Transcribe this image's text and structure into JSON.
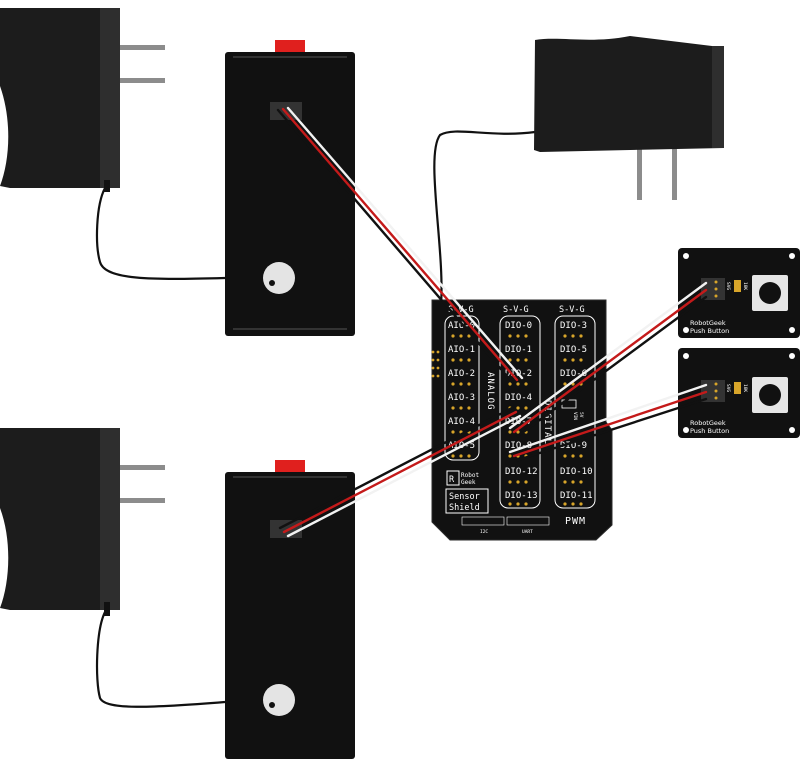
{
  "shield": {
    "headers": [
      "S-V-G",
      "S-V-G",
      "S-V-G"
    ],
    "analog_pins": [
      "AIO-0",
      "AIO-1",
      "AIO-2",
      "AIO-3",
      "AIO-4",
      "AIO-5"
    ],
    "digital_left_pins": [
      "DIO-0",
      "DIO-1",
      "DIO-2",
      "DIO-4",
      "DIO-7",
      "DIO-8",
      "DIO-12",
      "DIO-13"
    ],
    "digital_right_pins": [
      "DIO-3",
      "DIO-5",
      "DIO-6",
      "DIO-9",
      "DIO-10",
      "DIO-11"
    ],
    "label_analog": "ANALOG",
    "label_digital": "DIGITAL",
    "label_pwm": "PWM",
    "label_vin": "VIN",
    "label_5v": "5V",
    "logo_line1": "Robot",
    "logo_line2": "Geek",
    "logo_r": "R",
    "logo_sensor": "Sensor",
    "logo_shield": "Shield",
    "label_i2c": "I2C",
    "label_uart": "UART"
  },
  "buttons": [
    {
      "brand": "RobotGeek",
      "name": "Push Button",
      "pin_letters": "SVG",
      "resistor": "10K"
    },
    {
      "brand": "RobotGeek",
      "name": "Push Button",
      "pin_letters": "SVG",
      "resistor": "10K"
    }
  ],
  "colors": {
    "board": "#111111",
    "adapter": "#1c1c1c",
    "prong": "#888888",
    "wire_red": "#c41a1a",
    "wire_black": "#111111",
    "wire_white": "#f2f2f2",
    "servo_red": "#e0201e",
    "header_gold": "#d8a52a"
  }
}
